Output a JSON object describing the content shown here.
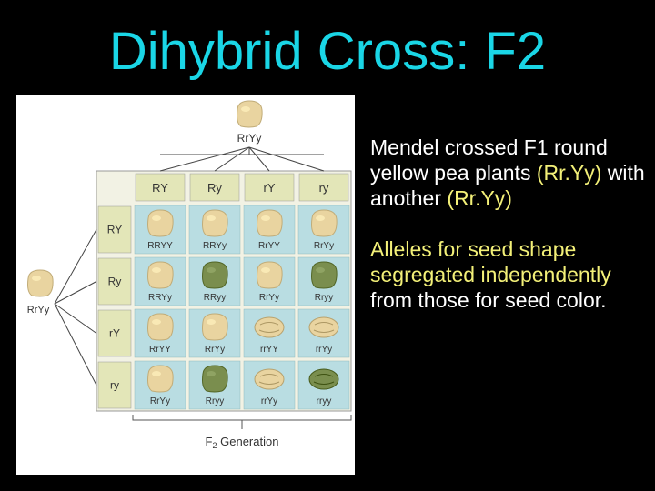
{
  "title": "Dihybrid Cross: F2",
  "diagram": {
    "top_parent_label": "RrYy",
    "left_parent_label": "RrYy",
    "column_headers": [
      "RY",
      "Ry",
      "rY",
      "ry"
    ],
    "row_headers": [
      "RY",
      "Ry",
      "rY",
      "ry"
    ],
    "cells": [
      [
        {
          "genotype": "RRYY",
          "shape": "round",
          "color": "yellow"
        },
        {
          "genotype": "RRYy",
          "shape": "round",
          "color": "yellow"
        },
        {
          "genotype": "RrYY",
          "shape": "round",
          "color": "yellow"
        },
        {
          "genotype": "RrYy",
          "shape": "round",
          "color": "yellow"
        }
      ],
      [
        {
          "genotype": "RRYy",
          "shape": "round",
          "color": "yellow"
        },
        {
          "genotype": "RRyy",
          "shape": "round",
          "color": "green"
        },
        {
          "genotype": "RrYy",
          "shape": "round",
          "color": "yellow"
        },
        {
          "genotype": "Rryy",
          "shape": "round",
          "color": "green"
        }
      ],
      [
        {
          "genotype": "RrYY",
          "shape": "round",
          "color": "yellow"
        },
        {
          "genotype": "RrYy",
          "shape": "round",
          "color": "yellow"
        },
        {
          "genotype": "rrYY",
          "shape": "wrinkled",
          "color": "yellow"
        },
        {
          "genotype": "rrYy",
          "shape": "wrinkled",
          "color": "yellow"
        }
      ],
      [
        {
          "genotype": "RrYy",
          "shape": "round",
          "color": "yellow"
        },
        {
          "genotype": "Rryy",
          "shape": "round",
          "color": "green"
        },
        {
          "genotype": "rrYy",
          "shape": "wrinkled",
          "color": "yellow"
        },
        {
          "genotype": "rryy",
          "shape": "wrinkled",
          "color": "green"
        }
      ]
    ],
    "generation_label_prefix": "F",
    "generation_label_subscript": "2",
    "generation_label_suffix": " Generation",
    "colors": {
      "yellow_pea": "#e9d4a0",
      "green_pea": "#7a8e4e",
      "cell_bg": "#b9dde2",
      "header_bg": "#e3e6b8"
    }
  },
  "text": {
    "para1": [
      {
        "text": "Mendel crossed F1 round yellow pea plants ",
        "highlight": false
      },
      {
        "text": "(Rr.Yy)",
        "highlight": true
      },
      {
        "text": " with another ",
        "highlight": false
      },
      {
        "text": "(Rr.Yy)",
        "highlight": true
      }
    ],
    "para2": [
      {
        "text": "Alleles for seed shape segregated independently",
        "highlight": true
      },
      {
        "text": " from those for seed color.",
        "highlight": false
      }
    ]
  }
}
